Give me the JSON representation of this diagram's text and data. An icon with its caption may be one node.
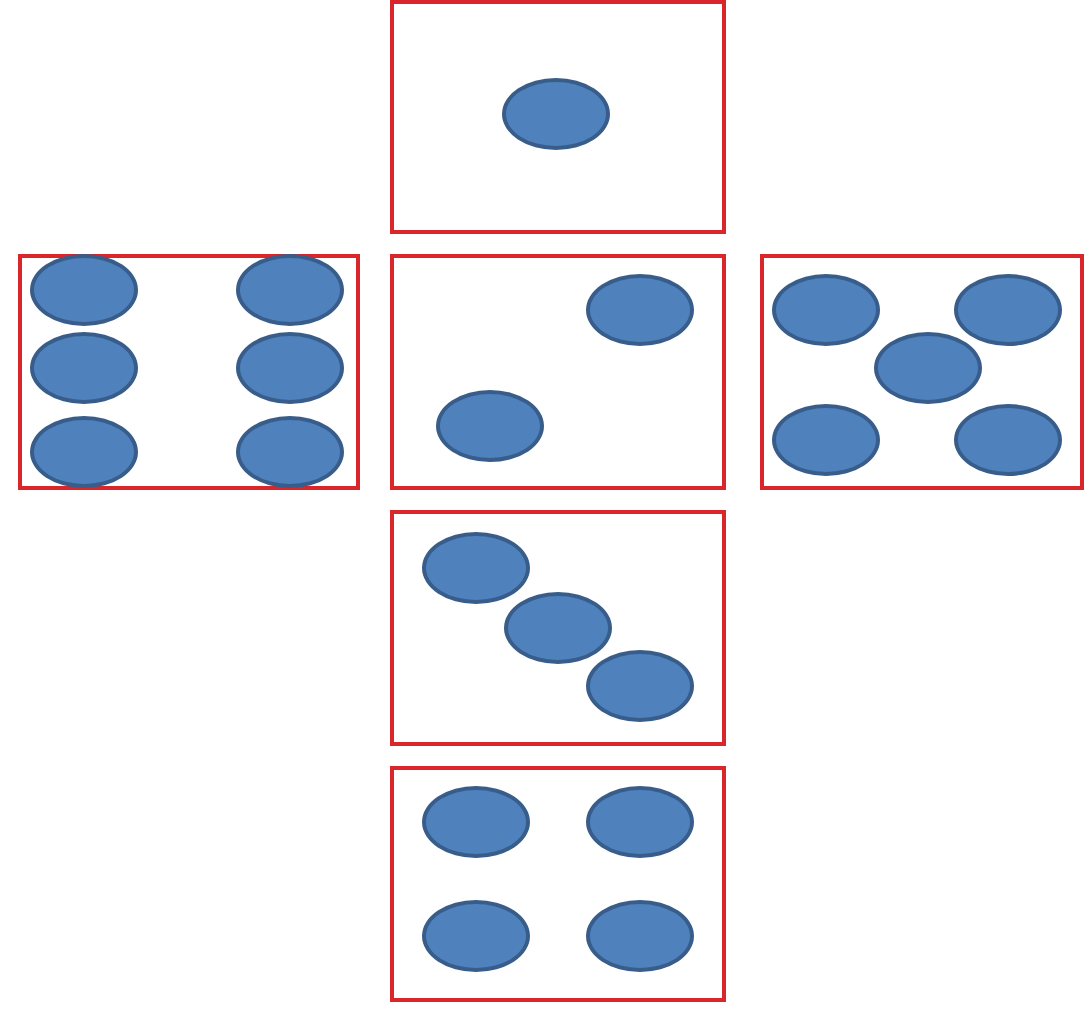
{
  "diagram": {
    "nodes": [
      {
        "text": [],
        "shape": "box"
      },
      {
        "text": [],
        "shape": "circle",
        "in": 0
      },
      {
        "text": [],
        "shape": "box"
      },
      {
        "text": [],
        "shape": "circle",
        "in": 2
      },
      {
        "text": [],
        "shape": "circle",
        "in": 2
      },
      {
        "text": [],
        "shape": "circle",
        "in": 2
      },
      {
        "text": [],
        "shape": "circle",
        "in": 2
      },
      {
        "text": [],
        "shape": "circle",
        "in": 2
      },
      {
        "text": [],
        "shape": "circle",
        "in": 2
      },
      {
        "text": [],
        "shape": "box"
      },
      {
        "text": [],
        "shape": "circle",
        "in": 9
      },
      {
        "text": [],
        "shape": "circle",
        "in": 9
      },
      {
        "text": [],
        "shape": "box"
      },
      {
        "text": [],
        "shape": "circle",
        "in": 12
      },
      {
        "text": [],
        "shape": "circle",
        "in": 12
      },
      {
        "text": [],
        "shape": "circle",
        "in": 12
      },
      {
        "text": [],
        "shape": "circle",
        "in": 12
      },
      {
        "text": [],
        "shape": "circle",
        "in": 12
      },
      {
        "text": [],
        "shape": "box"
      },
      {
        "text": [],
        "shape": "circle",
        "in": 18
      },
      {
        "text": [],
        "shape": "circle",
        "in": 18
      },
      {
        "text": [],
        "shape": "circle",
        "in": 18
      },
      {
        "text": [],
        "shape": "box"
      },
      {
        "text": [],
        "shape": "circle",
        "in": 22
      },
      {
        "text": [],
        "shape": "circle",
        "in": 22
      },
      {
        "text": [],
        "shape": "circle",
        "in": 22
      },
      {
        "text": [],
        "shape": "circle",
        "in": 22
      }
    ]
  }
}
